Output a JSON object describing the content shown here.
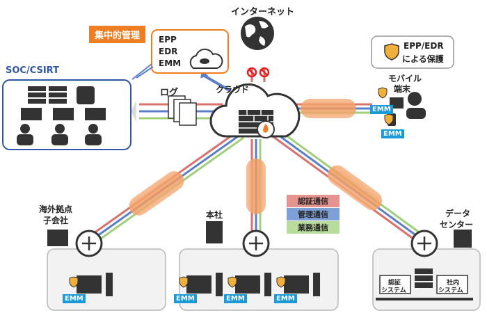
{
  "internet": {
    "label": "インターネット"
  },
  "central": {
    "title": "集中的管理",
    "items": [
      "EPP",
      "EDR",
      "EMM"
    ]
  },
  "soc": {
    "title": "SOC/CSIRT"
  },
  "log": {
    "label": "ログ"
  },
  "cloud": {
    "label": "クラウド"
  },
  "mobile": {
    "protect_line1": "EPP/EDR",
    "protect_line2": "による保護",
    "label_line1": "モバイル",
    "label_line2": "端末"
  },
  "sites": {
    "overseas_line1": "海外拠点",
    "overseas_line2": "子会社",
    "hq": "本社",
    "dc_line1": "データ",
    "dc_line2": "センター",
    "auth_system_line1": "認証",
    "auth_system_line2": "システム",
    "internal_system_line1": "社内",
    "internal_system_line2": "システム"
  },
  "emm_badge": "EMM",
  "legend": {
    "items": [
      {
        "label": "認証通信",
        "color": "#d9706c"
      },
      {
        "label": "管理通信",
        "color": "#5b7ec8"
      },
      {
        "label": "業務通信",
        "color": "#9fcf7a"
      }
    ]
  },
  "colors": {
    "orange": "#ef7d21",
    "blue": "#2f55a4",
    "emm": "#1a9bd7",
    "red": "#d9706c",
    "green": "#9fcf7a"
  }
}
